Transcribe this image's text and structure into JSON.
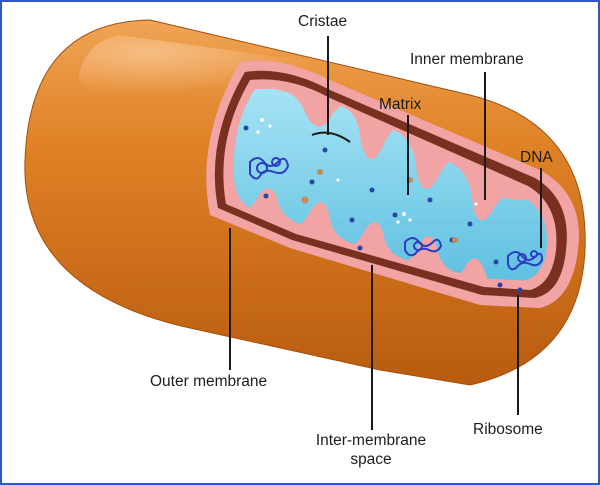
{
  "labels": {
    "cristae": "Cristae",
    "inner_membrane": "Inner membrane",
    "matrix": "Matrix",
    "dna": "DNA",
    "outer_membrane": "Outer membrane",
    "inter_membrane_space_line1": "Inter-membrane",
    "inter_membrane_space_line2": "space",
    "ribosome": "Ribosome"
  },
  "colors": {
    "frame_border": "#2e57c8",
    "outer_membrane": "#d8761c",
    "outer_membrane_shadow": "#b85b10",
    "outer_membrane_highlight": "#f0a455",
    "inner_membrane": "#f2a3a3",
    "intermembrane_space": "#7a3020",
    "matrix": "#7fd0ea",
    "matrix_light": "#c8eefa",
    "dna": "#2c3ec2",
    "ribosome": "#2746a8",
    "leader_lines": "#1a1a1a"
  }
}
